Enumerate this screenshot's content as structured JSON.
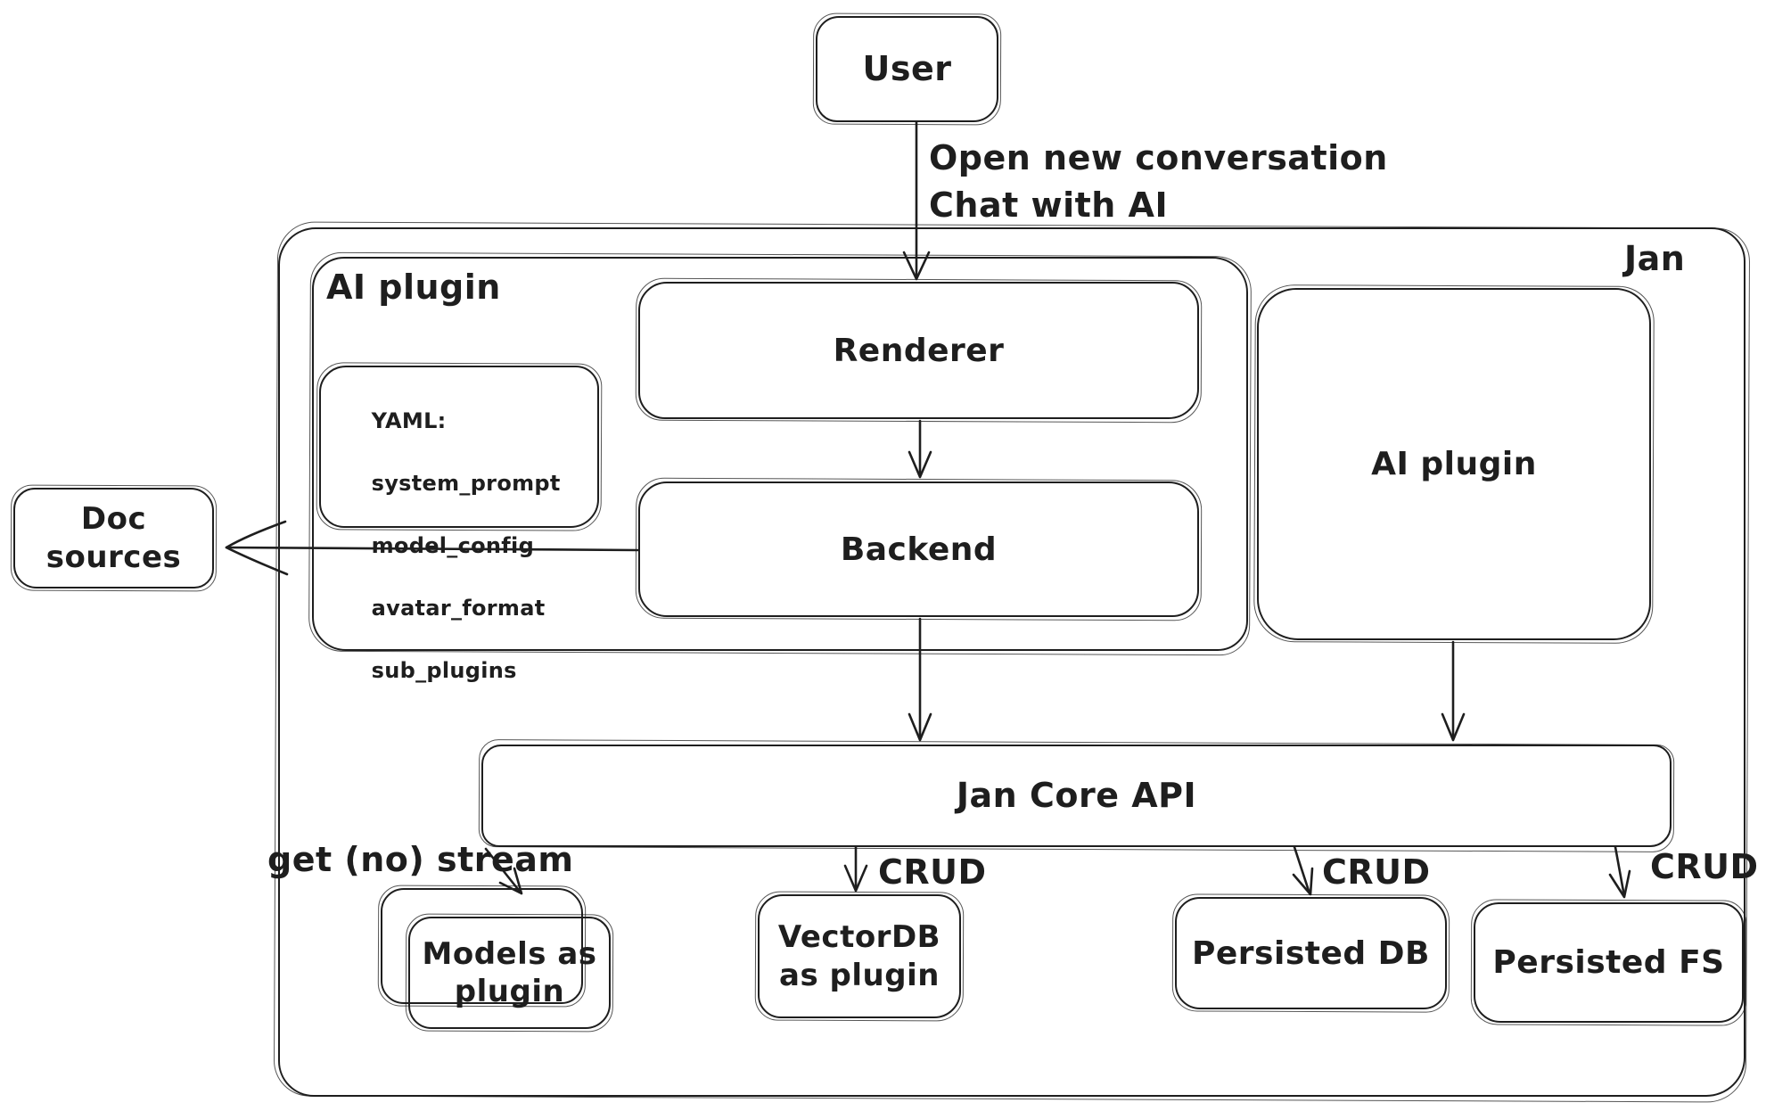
{
  "colors": {
    "ink": "#1e1e1e",
    "background": "#ffffff"
  },
  "nodes": {
    "user": {
      "label": "User"
    },
    "jan": {
      "label": "Jan"
    },
    "ai_plugin_left": {
      "label": "AI plugin"
    },
    "yaml_note": {
      "title": "YAML:",
      "lines": [
        "system_prompt",
        "model_config",
        "avatar_format",
        "sub_plugins"
      ]
    },
    "renderer": {
      "label": "Renderer"
    },
    "backend": {
      "label": "Backend"
    },
    "ai_plugin_right": {
      "label": "AI plugin"
    },
    "jan_core_api": {
      "label": "Jan Core API"
    },
    "doc_sources": {
      "label": "Doc sources"
    },
    "models_as_plugin": {
      "label": "Models as plugin"
    },
    "vectordb_as_plugin": {
      "label": "VectorDB as plugin"
    },
    "persisted_db": {
      "label": "Persisted DB"
    },
    "persisted_fs": {
      "label": "Persisted FS"
    }
  },
  "edge_labels": {
    "open_new_conversation": "Open new conversation",
    "chat_with_ai": "Chat with AI",
    "get_no_stream": "get (no) stream",
    "crud_vectordb": "CRUD",
    "crud_persisted_db": "CRUD",
    "crud_persisted_fs": "CRUD"
  }
}
